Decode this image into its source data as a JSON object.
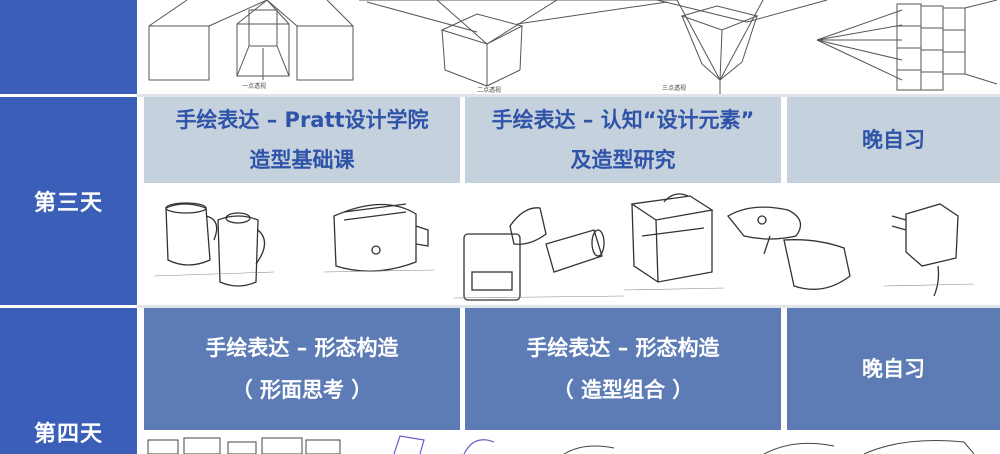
{
  "days": [
    {
      "label": "第三天"
    },
    {
      "label": "第四天"
    }
  ],
  "top_sketches": {
    "labels": [
      "一点透视",
      "二点透视",
      "三点透视"
    ]
  },
  "day3": {
    "sessions": [
      {
        "line1": "手绘表达 – Pratt设计学院",
        "line2": "造型基础课"
      },
      {
        "line1": "手绘表达 – 认知“设计元素”",
        "line2": "及造型研究"
      },
      {
        "line1": "晚自习",
        "line2": ""
      }
    ]
  },
  "day4": {
    "sessions": [
      {
        "line1": "手绘表达 – 形态构造",
        "line2": "（ 形面思考 ）"
      },
      {
        "line1": "手绘表达 – 形态构造",
        "line2": "（ 造型组合 ）"
      },
      {
        "line1": "晚自习",
        "line2": ""
      }
    ]
  },
  "colors": {
    "day_column": "#3b5fb8",
    "header_light": "#c5d1dc",
    "header_dark": "#5d7cb6",
    "text_blue": "#2f53a8"
  }
}
